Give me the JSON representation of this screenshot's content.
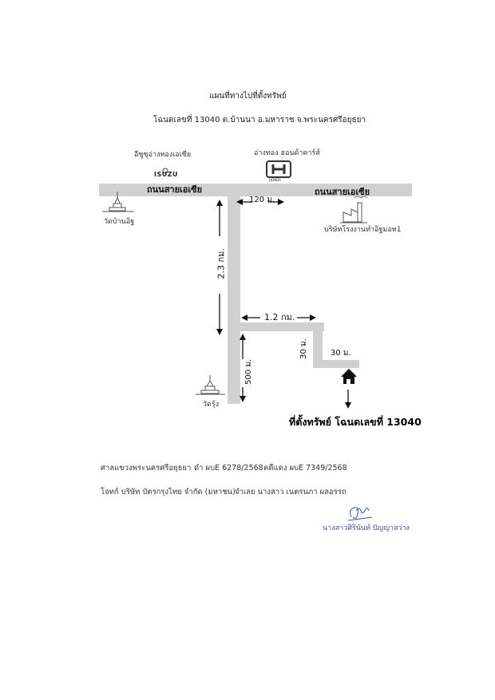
{
  "header": {
    "title": "แผนที่ทางไปที่ตั้งทรัพย์",
    "subtitle": "โฉนดเลขที่ 13040 ต.บ้านนา อ.มหาราช จ.พระนครศรีอยุธยา"
  },
  "landmarks": {
    "isuzu_label": "อีซูซุอ่างทองเอเซีย",
    "isuzu_logo": "ISUZU",
    "honda_label": "อ่างทอง ฮอนด้าคาร์ส์",
    "honda_logo": "HONDA",
    "temple_top": "วัดบ้านอิฐ",
    "factory": "บริษัทโรงงานทำอิฐมอท1",
    "temple_bottom": "วัดรุ้ง"
  },
  "roads": {
    "main_left": "ถนนสายเอเซีย",
    "main_right": "ถนนสายเอเซีย"
  },
  "distances": {
    "d120": "120 ม.",
    "d23": "2.3 กม.",
    "d12": "1.2 กม.",
    "d500": "500 ม.",
    "d30v": "30 ม.",
    "d30h": "30 ม."
  },
  "property_label": "ที่ตั้งทรัพย์ โฉนดเลขที่ 13040",
  "footer": {
    "court": "ศาลแขวงพระนครศรีอยุธยา",
    "case_black": "ดำ ผบE 6278/2568",
    "case_red": "คดีแดง ผบE 7349/2568",
    "plaintiff": "โจทก์ บริษัท บัตรกรุงไทย จำกัด (มหาชน)",
    "defendant": "จำเลย นางสาว เนตรนภา ผลอรรถ"
  },
  "signature": {
    "name": "นางสาวศิรินันท์ ปัญญาสว่าง"
  },
  "colors": {
    "road": "#d0d0d0",
    "signature_ink": "#3b4fb0"
  },
  "icons": [
    "isuzu-logo-icon",
    "honda-logo-icon",
    "temple-icon",
    "factory-icon",
    "house-icon",
    "arrow-icon"
  ]
}
